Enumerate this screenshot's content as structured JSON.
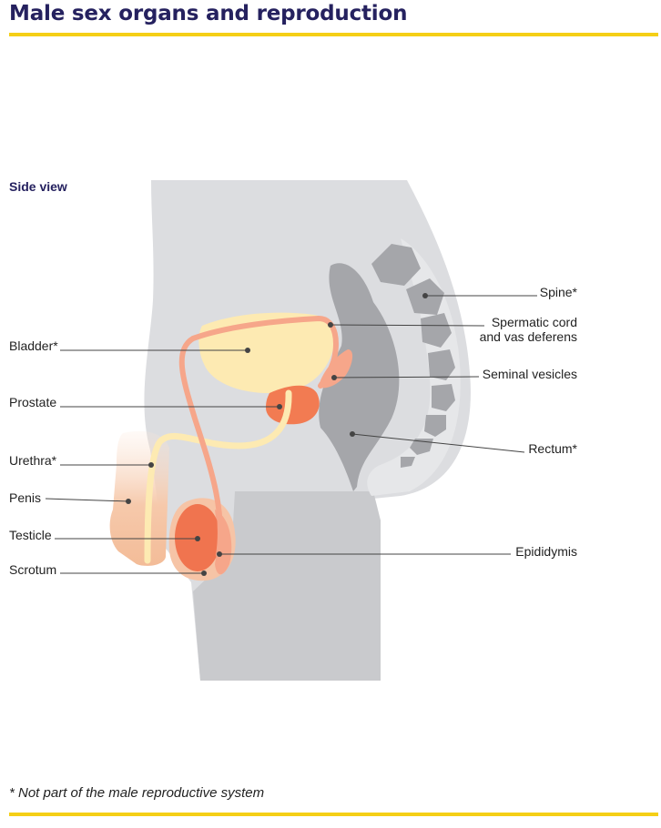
{
  "title": "Male sex organs and reproduction",
  "subtitle": "Side view",
  "footnote": "* Not part of the male reproductive system",
  "labels": {
    "spine": "Spine*",
    "spermatic_line1": "Spermatic cord",
    "spermatic_line2": "and vas deferens",
    "seminal": "Seminal vesicles",
    "rectum": "Rectum*",
    "epididymis": "Epididymis",
    "bladder": "Bladder*",
    "prostate": "Prostate",
    "urethra": "Urethra*",
    "penis": "Penis",
    "testicle": "Testicle",
    "scrotum": "Scrotum"
  },
  "colors": {
    "title": "#25215f",
    "rule": "#f5cf16",
    "body": "#dcdde0",
    "bone": "#a5a6aa",
    "bladder": "#fdeab2",
    "vas_deferens": "#f6a68a",
    "testicle": "#f0744f",
    "prostate": "#f27b52"
  }
}
